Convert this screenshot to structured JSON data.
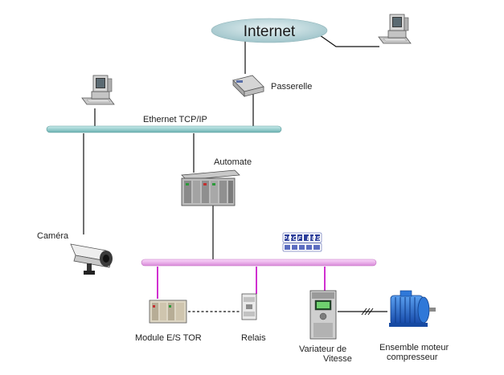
{
  "labels": {
    "internet": "Internet",
    "passerelle": "Passerelle",
    "ethernet": "Ethernet TCP/IP",
    "automate": "Automate",
    "camera": "Caméra",
    "profibus_logo": "PROFI BUS",
    "module_es": "Module E/S TOR",
    "relais": "Relais",
    "variateur_line1": "Variateur de",
    "variateur_line2": "Vitesse",
    "moteur_line1": "Ensemble moteur",
    "moteur_line2": "compresseur"
  },
  "icons": {
    "internet": "cloud-icon",
    "workstation": "computer-icon",
    "gateway": "gateway-icon",
    "plc": "plc-icon",
    "camera": "camera-icon",
    "io_module": "io-module-icon",
    "relay": "relay-icon",
    "drive": "drive-icon",
    "motor": "motor-icon"
  },
  "colors": {
    "ethernet_bus": "#8fcdcd",
    "profibus_bus": "#f0a0f0",
    "profibus_drop": "#d030d0",
    "profibus_logo": "#2a3c9a",
    "internet_cloud": "#b8d2d6",
    "motor_body": "#1e6ad0"
  }
}
